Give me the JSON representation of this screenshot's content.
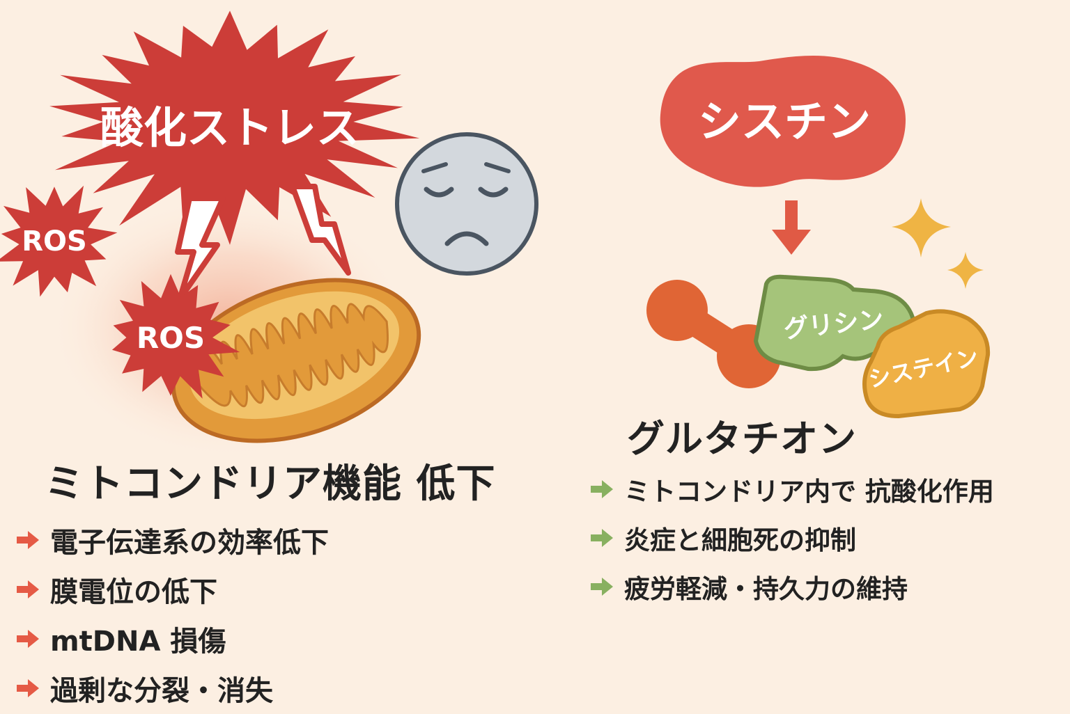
{
  "stress": {
    "title": "酸化ストレス",
    "ros_label_1": "ROS",
    "ros_label_2": "ROS"
  },
  "left_heading": "ミトコンドリア機能 低下",
  "left_items": [
    "電子伝達系の効率低下",
    "膜電位の低下",
    "mtDNA 損傷",
    "過剰な分裂・消失"
  ],
  "cystine": {
    "label": "シスチン"
  },
  "molecule": {
    "glycine_label": "グリシン",
    "cysteine_label": "システイン"
  },
  "right_heading": "グルタチオン",
  "right_items": [
    "ミトコンドリア内で 抗酸化作用",
    "炎症と細胞死の抑制",
    "疲労軽減・持久力の維持"
  ],
  "colors": {
    "background": "#fcefe2",
    "stress_red": "#cc3d38",
    "cystine_red": "#e0594c",
    "glutamate_orange": "#e06535",
    "glycine_green": "#a5c47a",
    "cysteine_yellow": "#efb045",
    "sparkle_gold": "#efb444",
    "left_arrow": "#e55a45",
    "right_arrow": "#88b060",
    "face_gray": "#d3d8dd",
    "text_dark": "#222222"
  },
  "icons": {
    "face": "sad-face-icon",
    "organelle": "mitochondrion-icon",
    "sparkle": "sparkle-icon",
    "bullet_left": "right-arrow-icon",
    "bullet_right": "right-arrow-icon"
  }
}
